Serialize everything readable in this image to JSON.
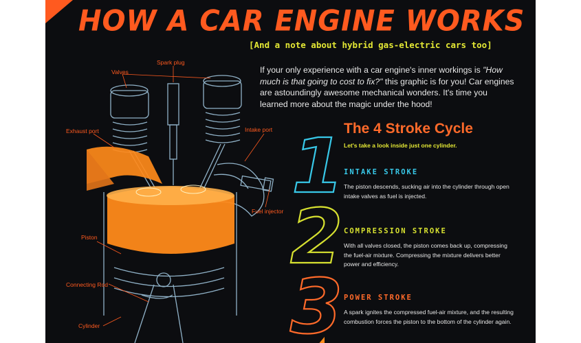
{
  "title": "HOW A CAR ENGINE WORKS",
  "subtitle": "[And a note about hybrid gas-electric cars too]",
  "intro": {
    "part1": "If your only experience with a car engine's inner workings is ",
    "quote": "\"How much is that going to cost to fix?\"",
    "part2": " this graphic is for you! Car engines are astoundingly awesome mechanical wonders. It's time you learned more about the magic under the hood!"
  },
  "engine_labels": {
    "valves": "Valves",
    "spark_plug": "Spark plug",
    "exhaust_port": "Exhaust port",
    "intake_port": "Intake port",
    "fuel_injector": "Fuel injector",
    "piston": "Piston",
    "connecting_rod": "Connecting Rod",
    "cylinder": "Cylinder"
  },
  "cycle": {
    "title": "The 4 Stroke Cycle",
    "subtitle": "Let's take a look inside just one cylinder.",
    "strokes": [
      {
        "number": "1",
        "heading": "INTAKE STROKE",
        "color": "#38c8e8",
        "body": "The piston descends, sucking air into the cylinder through open intake valves as fuel is injected."
      },
      {
        "number": "2",
        "heading": "COMPRESSION STROKE",
        "color": "#d6e030",
        "body": "With all valves closed, the piston comes back up, compressing the fuel-air mixture. Compressing the mixture delivers better power and efficiency."
      },
      {
        "number": "3",
        "heading": "POWER STROKE",
        "color": "#ff6a2a",
        "body": "A spark ignites the compressed fuel-air mixture, and the resulting combustion forces the piston to the bottom of the cylinder again."
      }
    ]
  },
  "colors": {
    "background": "#0c0d10",
    "title_orange": "#ff5a1f",
    "accent_yellow": "#e4e834",
    "line_blue": "#9fc4dc",
    "fill_orange": "#ff8a1a"
  }
}
